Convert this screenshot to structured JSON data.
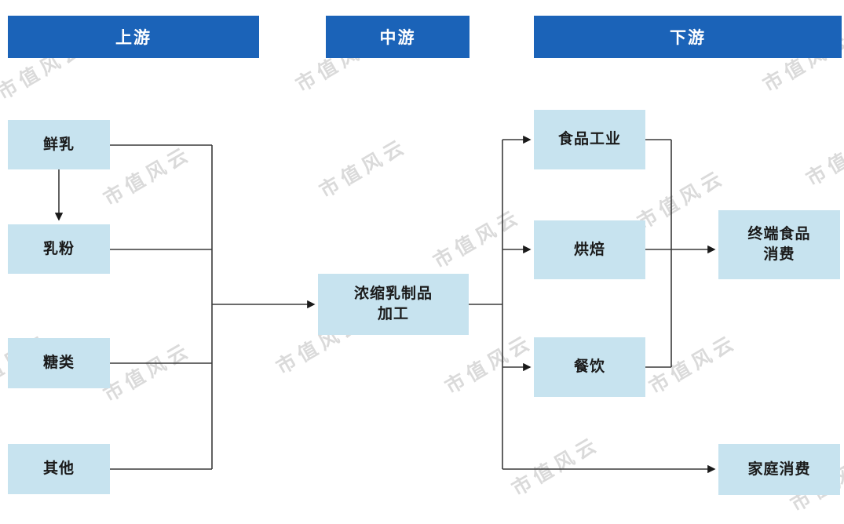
{
  "watermark": {
    "text": "市值风云"
  },
  "headers": {
    "upstream": "上游",
    "midstream": "中游",
    "downstream": "下游"
  },
  "nodes": {
    "fresh_milk": "鲜乳",
    "milk_powder": "乳粉",
    "sugar": "糖类",
    "other": "其他",
    "processing_line1": "浓缩乳制品",
    "processing_line2": "加工",
    "food_industry": "食品工业",
    "baking": "烘焙",
    "catering": "餐饮",
    "terminal_line1": "终端食品",
    "terminal_line2": "消费",
    "household": "家庭消费"
  },
  "colors": {
    "header_bg": "#1b63b8",
    "node_bg": "#c7e3ef",
    "connector": "#3a3a3a",
    "watermark": "#dadada"
  }
}
